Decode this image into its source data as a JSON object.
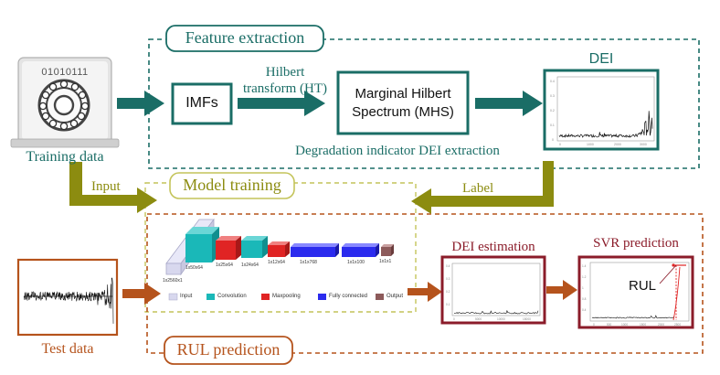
{
  "feature": {
    "title": "Feature extraction",
    "imfs": "IMFs",
    "hilbert": "Hilbert transform (HT)",
    "mhs": "Marginal Hilbert Spectrum (MHS)",
    "dei_title": "DEI",
    "caption": "Degradation indicator DEI extraction"
  },
  "training": {
    "bits": "01010111",
    "label": "Training data"
  },
  "model": {
    "title": "Model training",
    "input_arrow": "Input",
    "label_arrow": "Label",
    "cnn_layers": [
      "1x2560x1",
      "1x50x64",
      "1x25x64",
      "1x24x64",
      "1x12x64",
      "1x1x768",
      "1x1x100",
      "1x1x1"
    ],
    "legend": [
      "Input",
      "Convolution",
      "Maxpooling",
      "Fully connected",
      "Output"
    ]
  },
  "rul": {
    "title": "RUL prediction",
    "test_label": "Test data",
    "dei_estimation": "DEI estimation",
    "svr_prediction": "SVR prediction",
    "rul_mark": "RUL"
  },
  "colors": {
    "teal": "#1a6d66",
    "olive": "#8c8c10",
    "rust": "#b5531c",
    "maroon": "#8b1c2a"
  }
}
